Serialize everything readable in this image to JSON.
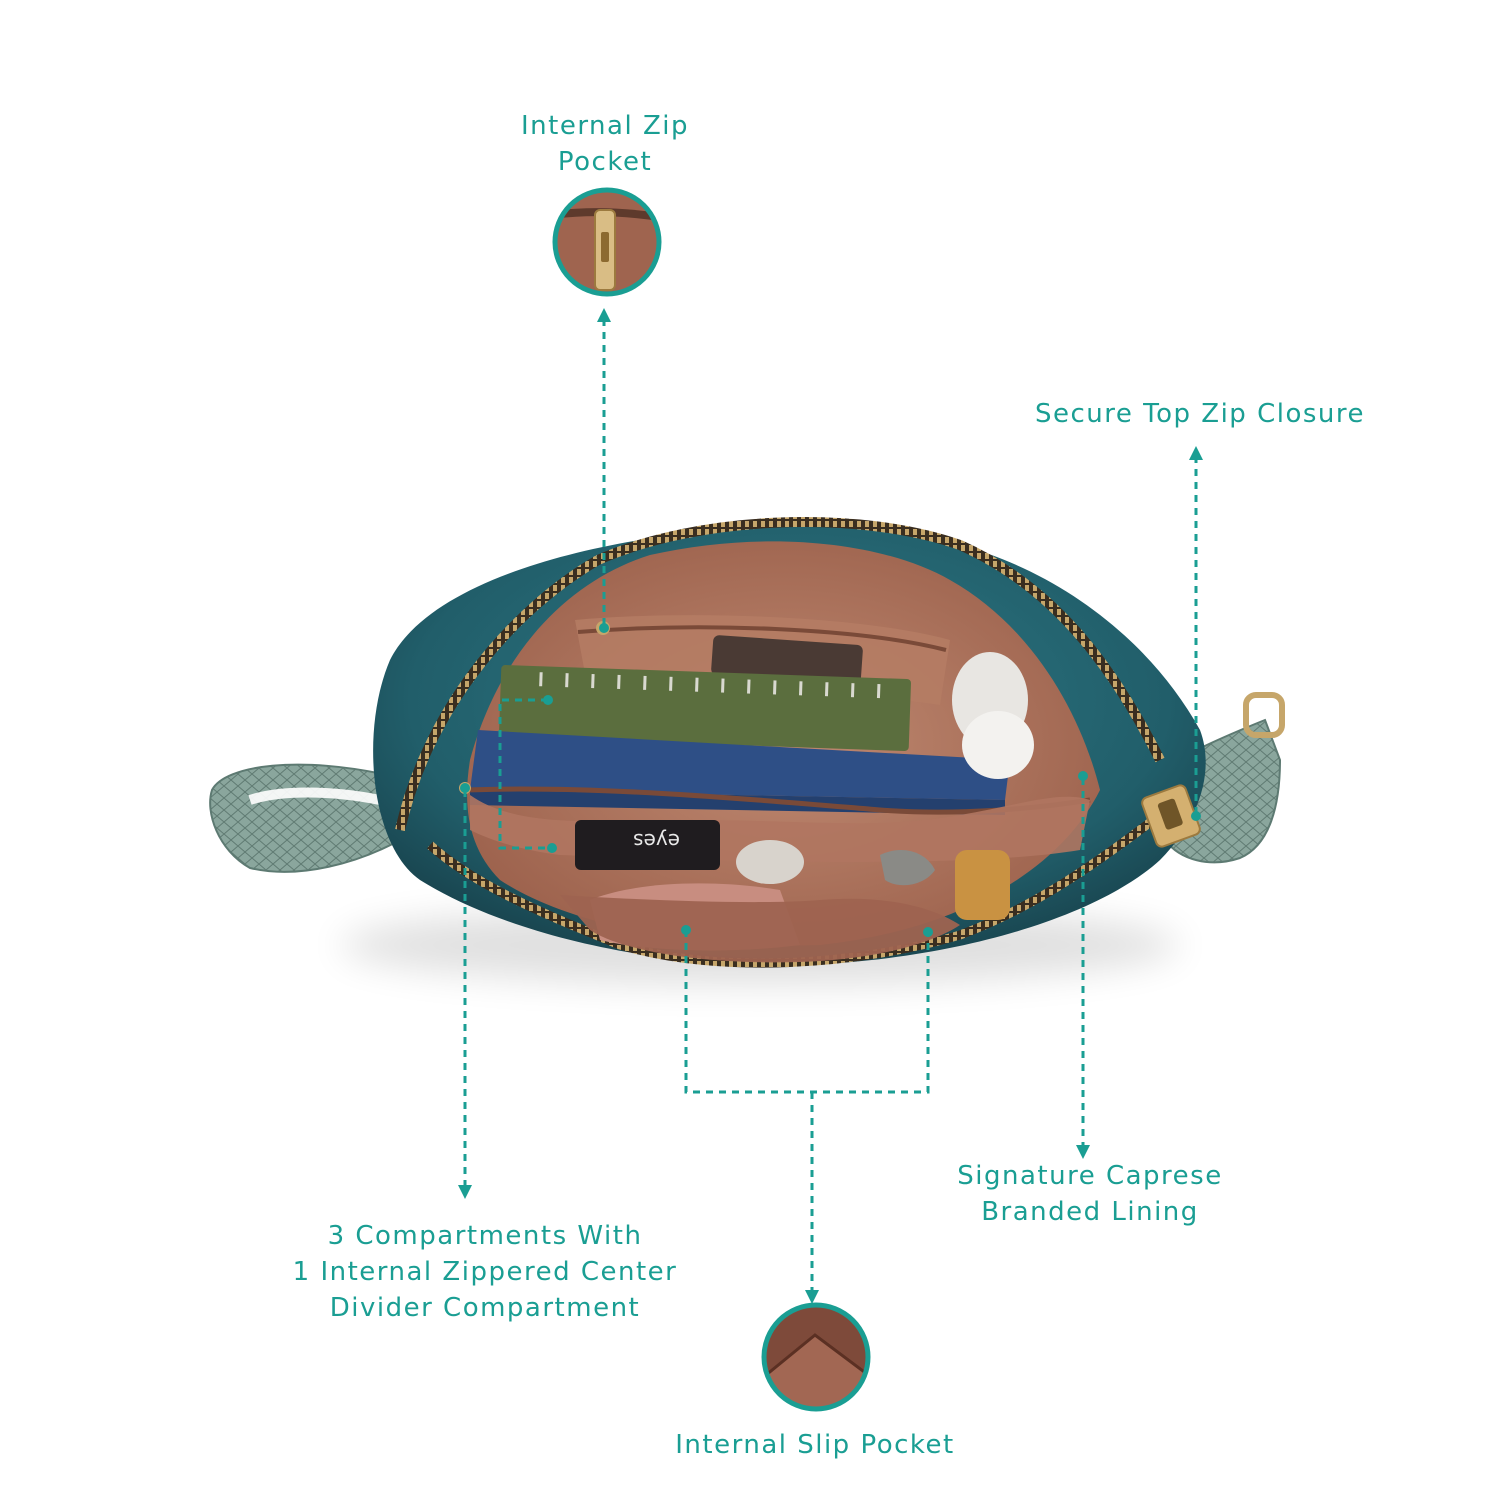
{
  "colors": {
    "accent": "#1a9e93",
    "bag_leather": "#215e6a",
    "lining": "#a56a55",
    "zipper_metal": "#c6a66a",
    "strap": "#7f9a92"
  },
  "callouts": {
    "internal_zip_pocket": {
      "line1": "Internal Zip",
      "line2": "Pocket"
    },
    "secure_top_zip": {
      "line1": "Secure Top Zip Closure"
    },
    "signature_lining": {
      "line1": "Signature Caprese",
      "line2": "Branded Lining"
    },
    "compartments": {
      "line1": "3 Compartments With",
      "line2": "1 Internal Zippered Center",
      "line3": "Divider Compartment"
    },
    "internal_slip_pocket": {
      "line1": "Internal Slip Pocket"
    }
  },
  "product_print": {
    "eyeshadow_label": "eyes"
  }
}
